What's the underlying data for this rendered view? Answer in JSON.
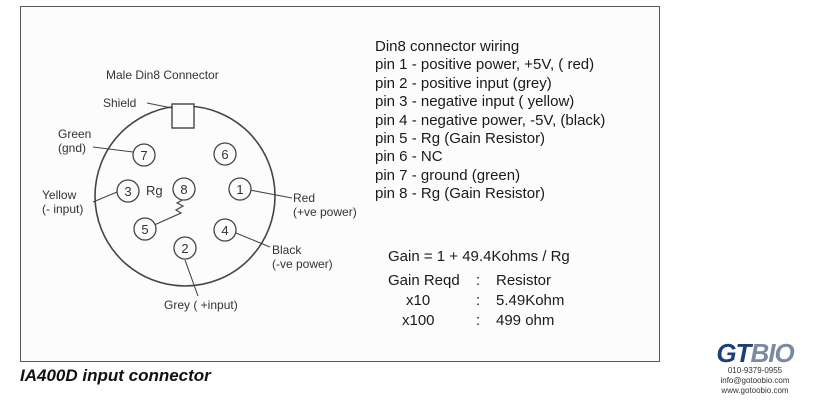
{
  "diagram": {
    "connector_title": "Male Din8 Connector",
    "shield_label": "Shield",
    "green_label_1": "Green",
    "green_label_2": "(gnd)",
    "yellow_label_1": "Yellow",
    "yellow_label_2": "(- input)",
    "red_label_1": "Red",
    "red_label_2": "(+ve power)",
    "black_label_1": "Black",
    "black_label_2": "(-ve power)",
    "grey_label": "Grey ( +input)",
    "rg_label": "Rg",
    "pins": [
      "1",
      "2",
      "3",
      "4",
      "5",
      "6",
      "7",
      "8"
    ]
  },
  "wiring": {
    "lines": [
      "Din8 connector wiring",
      "pin 1  - positive power, +5V,  ( red)",
      "pin 2  - positive input (grey)",
      "pin 3  - negative input ( yellow)",
      "pin 4  - negative power, -5V, (black)",
      "pin 5  - Rg (Gain Resistor)",
      "pin 6  -  NC",
      "pin 7  - ground (green)",
      "pin 8  - Rg (Gain Resistor)"
    ]
  },
  "gain": {
    "formula": "Gain = 1 + 49.4Kohms / Rg",
    "header_left": "Gain Reqd",
    "header_sep": ":",
    "header_right": "Resistor",
    "rows": [
      {
        "gain": "x10",
        "sep": ":",
        "resistor": "5.49Kohm"
      },
      {
        "gain": "x100",
        "sep": ":",
        "resistor": "499 ohm"
      }
    ]
  },
  "caption": "IA400D input connector",
  "logo": {
    "mark_a": "GT",
    "mark_b": "BIO",
    "phone": "010-9379-0955",
    "email": "info@gotoobio.com",
    "web": "www.gotoobio.com"
  }
}
